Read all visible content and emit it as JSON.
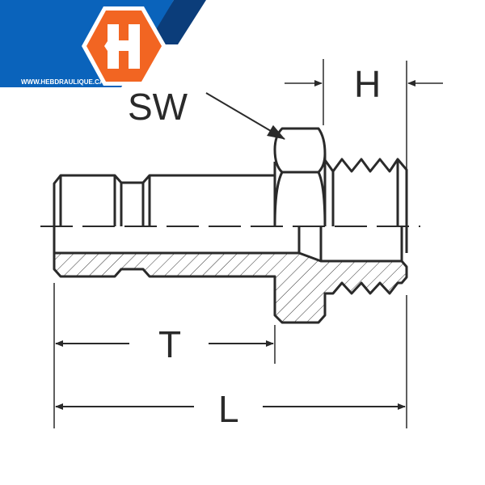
{
  "logo": {
    "letter": "H",
    "url": "WWW.HEBDRAULIQUE.CA"
  },
  "colors": {
    "banner_blue": "#0a63bb",
    "banner_dark": "#0b3d7a",
    "hex_orange": "#f26522",
    "line": "#2a2a2a"
  },
  "dimensions": {
    "sw": "SW",
    "h": "H",
    "t": "T",
    "l": "L"
  }
}
